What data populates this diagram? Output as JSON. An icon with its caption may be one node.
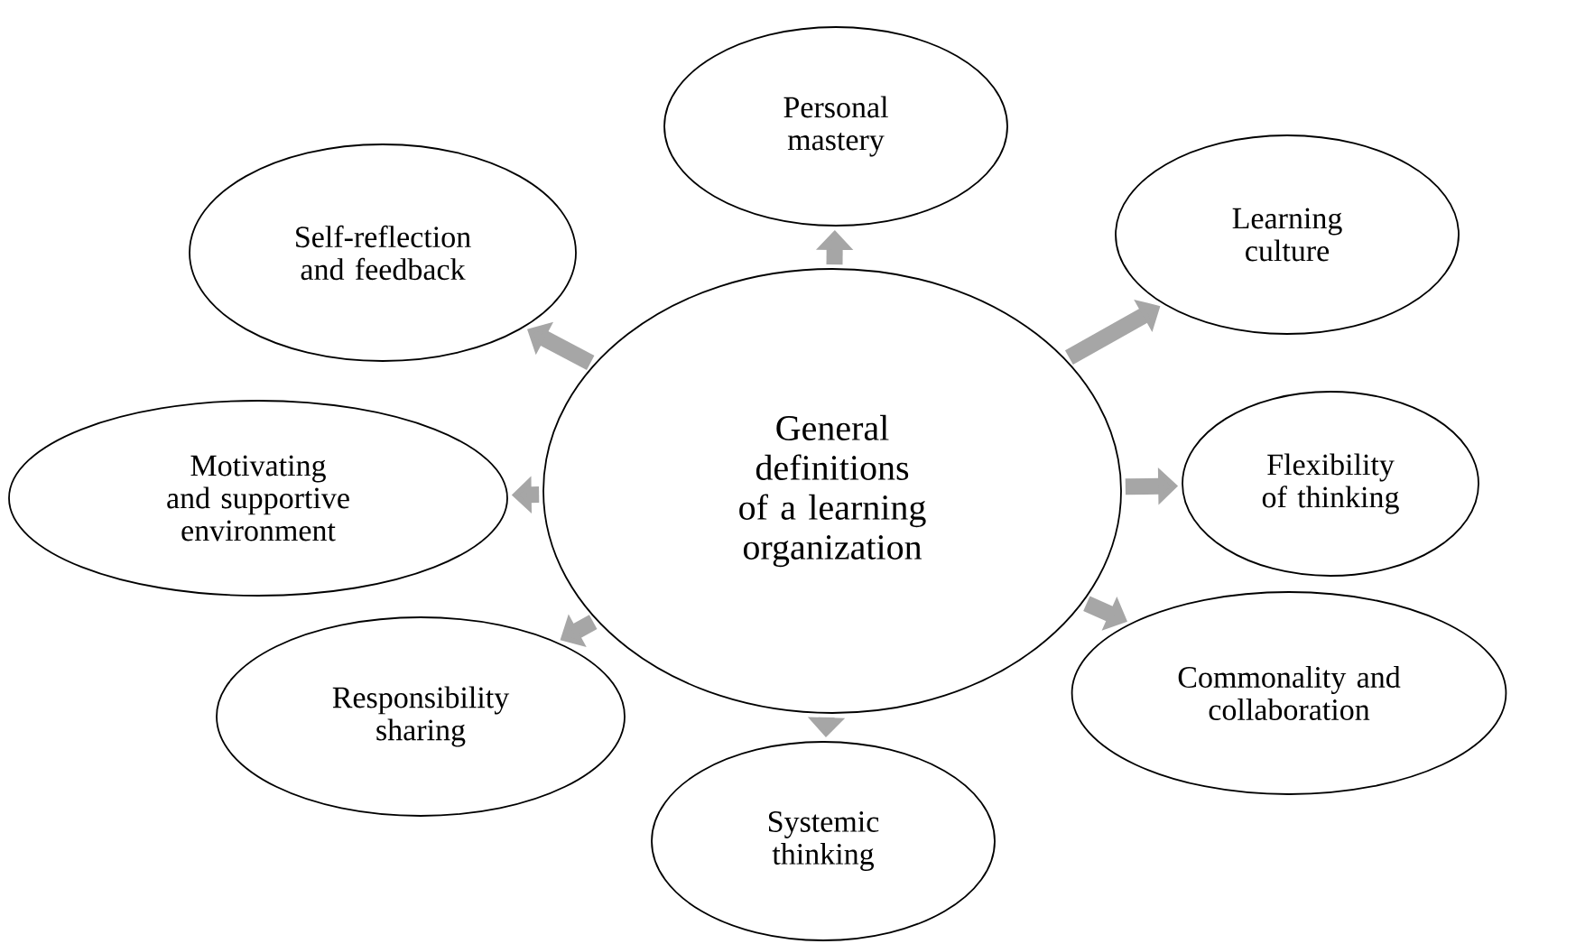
{
  "diagram": {
    "nodes": [
      {
        "text": [
          "General definitions of a learning organization"
        ]
      },
      {
        "text": [
          "Personal mastery"
        ]
      },
      {
        "text": [
          "Learning culture"
        ]
      },
      {
        "text": [
          "Flexibility of thinking"
        ]
      },
      {
        "text": [
          "Commonality and collaboration"
        ]
      },
      {
        "text": [
          "Systemic thinking"
        ]
      },
      {
        "text": [
          "Responsibility sharing"
        ]
      },
      {
        "text": [
          "Motivating and supportive environment"
        ]
      },
      {
        "text": [
          "Self-reflection and feedback"
        ]
      }
    ],
    "edges": [
      {
        "from": 0,
        "to": 1,
        "arrow": "to"
      },
      {
        "from": 0,
        "to": 2,
        "arrow": "to"
      },
      {
        "from": 0,
        "to": 3,
        "arrow": "to"
      },
      {
        "from": 0,
        "to": 4,
        "arrow": "to"
      },
      {
        "from": 0,
        "to": 5,
        "arrow": "to"
      },
      {
        "from": 0,
        "to": 6,
        "arrow": "to"
      },
      {
        "from": 0,
        "to": 7,
        "arrow": "to"
      },
      {
        "from": 0,
        "to": 8,
        "arrow": "to"
      }
    ]
  }
}
